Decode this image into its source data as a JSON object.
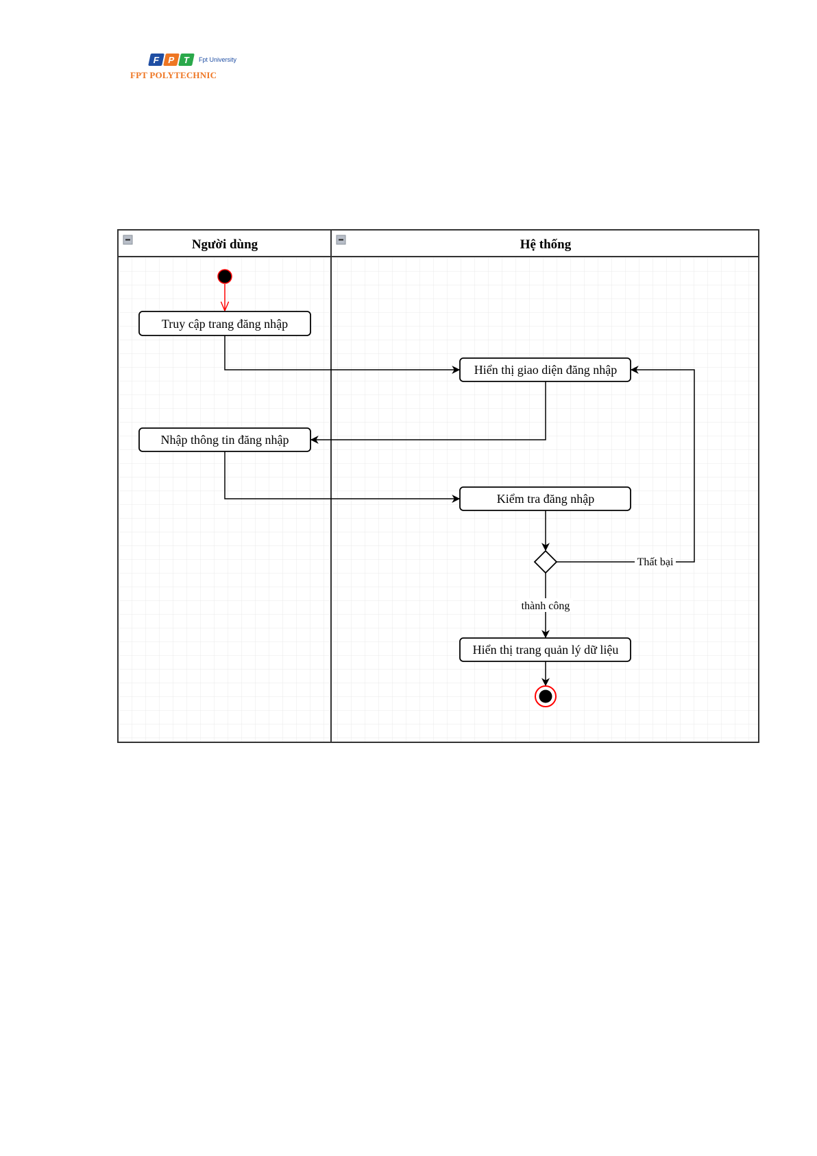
{
  "header": {
    "logo": {
      "letters": [
        "F",
        "P",
        "T"
      ],
      "letter_colors": [
        "#1f4ea3",
        "#ee7623",
        "#2aa84a"
      ],
      "university": "Fpt University",
      "name": "FPT POLYTECHNIC",
      "name_color": "#ee7623"
    }
  },
  "diagram": {
    "type": "activity-swimlane",
    "lanes": [
      {
        "id": "user",
        "title": "Người dùng"
      },
      {
        "id": "system",
        "title": "Hệ thống"
      }
    ],
    "nodes": {
      "start": {
        "type": "initial",
        "lane": "user"
      },
      "access": {
        "type": "action",
        "lane": "user",
        "label": "Truy cập trang đăng nhập"
      },
      "show_login": {
        "type": "action",
        "lane": "system",
        "label": "Hiển thị giao diện đăng nhập"
      },
      "input": {
        "type": "action",
        "lane": "user",
        "label": "Nhập thông tin đăng nhập"
      },
      "check": {
        "type": "action",
        "lane": "system",
        "label": "Kiểm tra đăng nhập"
      },
      "decision": {
        "type": "decision",
        "lane": "system"
      },
      "show_data": {
        "type": "action",
        "lane": "system",
        "label": "Hiển thị trang quản lý dữ liệu"
      },
      "end": {
        "type": "final",
        "lane": "system"
      }
    },
    "edges": [
      {
        "from": "start",
        "to": "access",
        "label": ""
      },
      {
        "from": "access",
        "to": "show_login",
        "label": ""
      },
      {
        "from": "show_login",
        "to": "input",
        "label": ""
      },
      {
        "from": "input",
        "to": "check",
        "label": ""
      },
      {
        "from": "check",
        "to": "decision",
        "label": ""
      },
      {
        "from": "decision",
        "to": "show_login",
        "label": "Thất bại"
      },
      {
        "from": "decision",
        "to": "show_data",
        "label": "thành công"
      },
      {
        "from": "show_data",
        "to": "end",
        "label": ""
      }
    ],
    "colors": {
      "start_outline": "#ff0000",
      "start_fill": "#000000",
      "line": "#000000",
      "frame": "#333333",
      "grid": "#e6e6e6"
    }
  }
}
